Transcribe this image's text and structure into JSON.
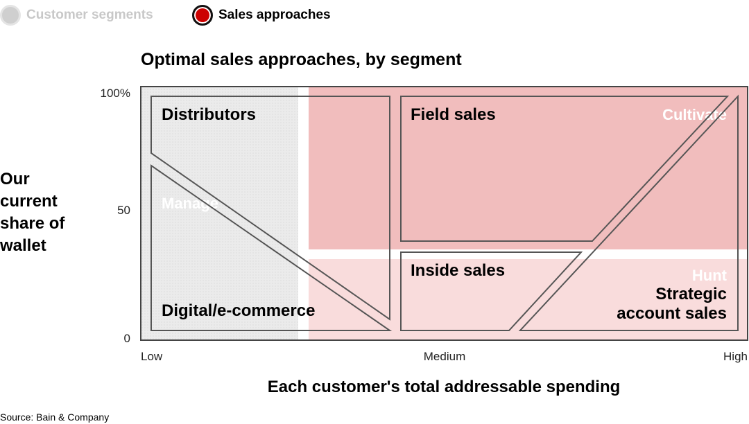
{
  "legend": [
    {
      "label": "Customer segments",
      "active": false
    },
    {
      "label": "Sales approaches",
      "active": true
    }
  ],
  "chart_data": {
    "type": "diagram",
    "title": "Optimal sales approaches, by segment",
    "xlabel": "Each customer's total addressable spending",
    "ylabel": "Our current share of wallet",
    "x_ticks": [
      "Low",
      "Medium",
      "High"
    ],
    "y_ticks": [
      "100%",
      "50",
      "0"
    ],
    "segments": [
      "Manage",
      "Cultivate",
      "Hunt"
    ],
    "approaches": [
      "Distributors",
      "Digital/e-commerce",
      "Field sales",
      "Inside sales",
      "Strategic account sales"
    ],
    "colors": {
      "manage": "#ebebeb",
      "cultivate": "#f1bdbd",
      "hunt": "#f9dcdc",
      "outline": "#555555"
    }
  },
  "source": "Source: Bain & Company"
}
